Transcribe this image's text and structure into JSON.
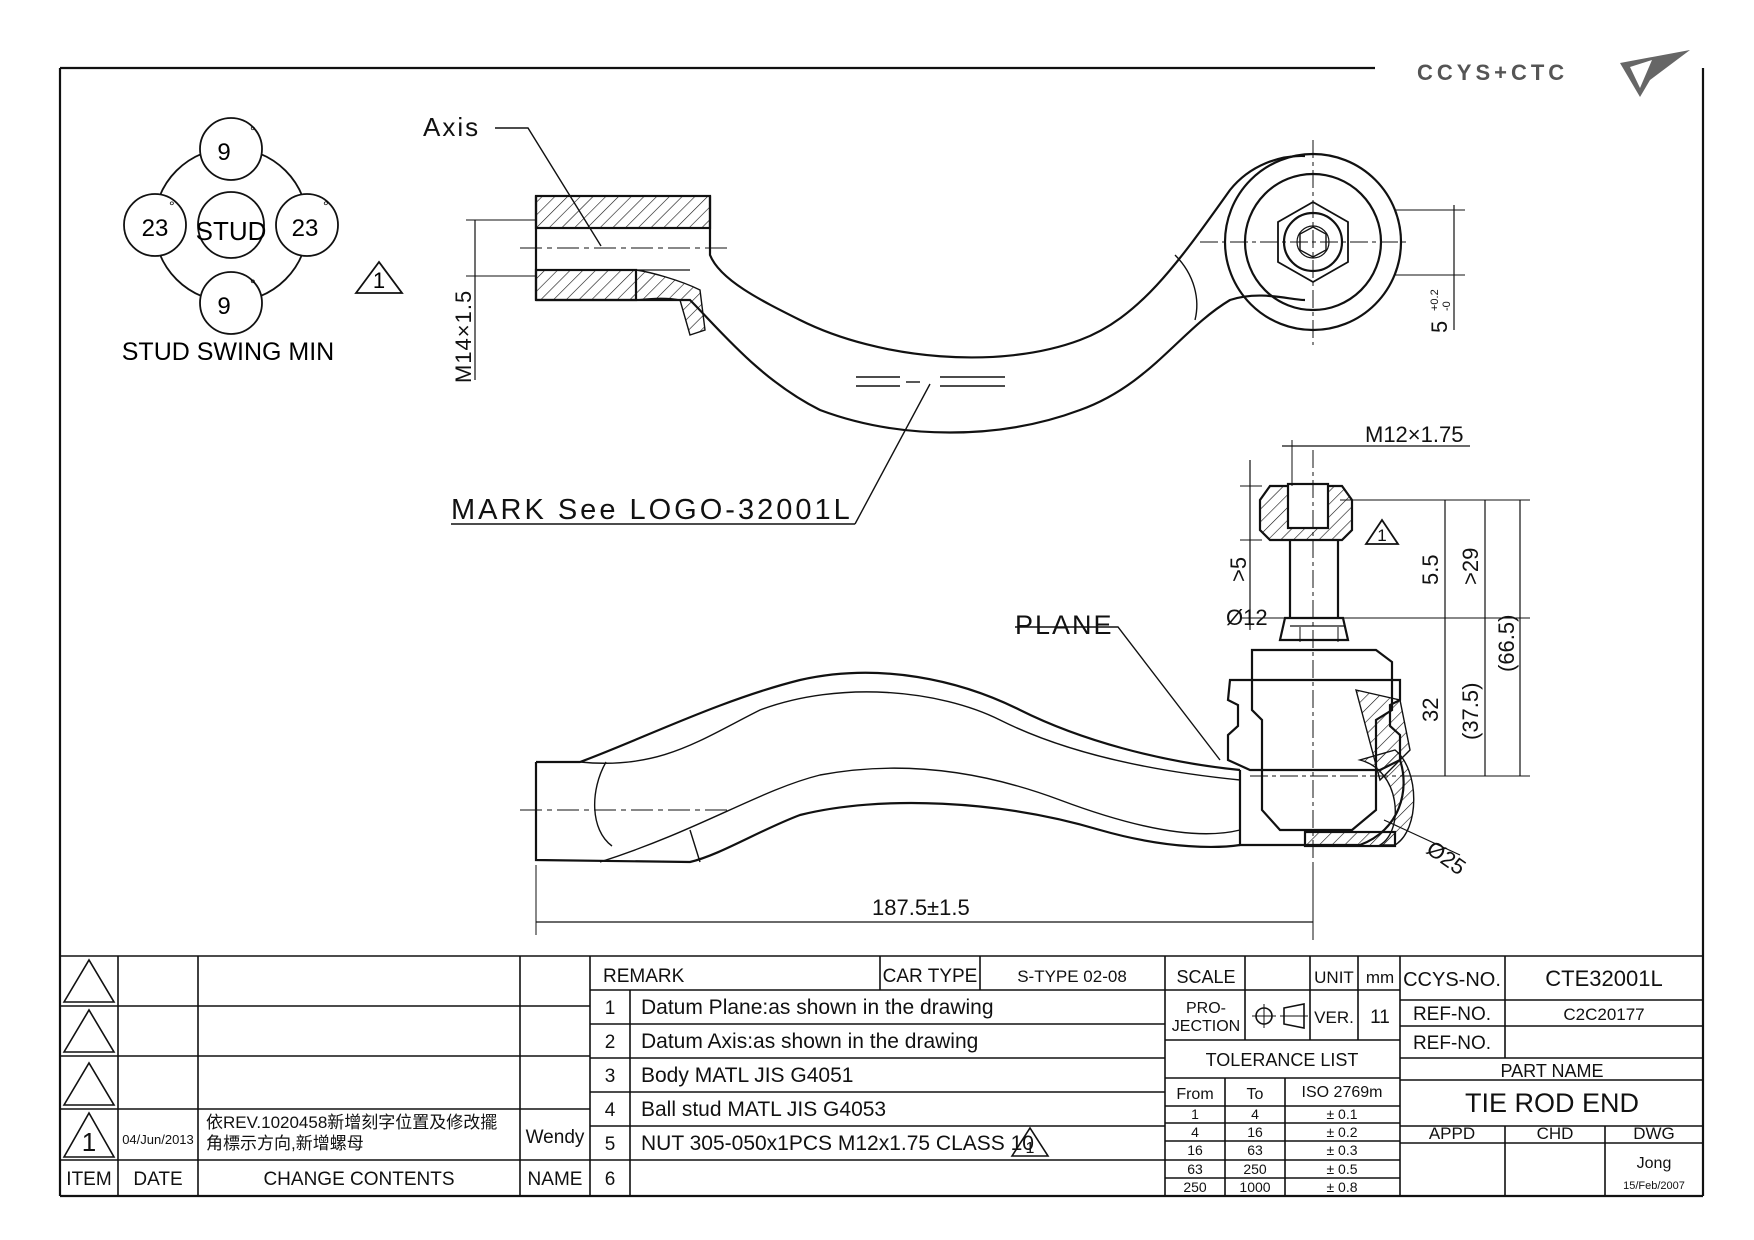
{
  "logo": {
    "text": "CCYS+CTC"
  },
  "stud_swing": {
    "title": "STUD SWING MIN",
    "center": "STUD",
    "top": "9",
    "bottom": "9",
    "left": "23",
    "right": "23",
    "deg": "°",
    "rev_mark": "1"
  },
  "top_view": {
    "axis_label": "Axis",
    "thread_label": "M14×1.5",
    "mark_label": "MARK See LOGO-32001L",
    "hole_dim": "5",
    "hole_tol_plus": "+0.2",
    "hole_tol_minus": "-0"
  },
  "side_view": {
    "stud_thread": "M12×1.75",
    "dim_5": ">5",
    "dim_phi12": "Ø12",
    "plane_label": "PLANE",
    "dim_5_5": "5.5",
    "dim_29": ">29",
    "dim_32": "32",
    "dim_37_5": "(37.5)",
    "dim_66_5": "(66.5)",
    "dim_phi25": "Ø25",
    "dim_length": "187.5±1.5",
    "rev_mark": "1"
  },
  "revision_block": {
    "rows": [
      {
        "mark": "",
        "date": "",
        "contents": "",
        "name": ""
      },
      {
        "mark": "",
        "date": "",
        "contents": "",
        "name": ""
      },
      {
        "mark": "",
        "date": "",
        "contents": "",
        "name": ""
      },
      {
        "mark": "1",
        "date": "04/Jun/2013",
        "contents_line1": "依REV.1020458新增刻字位置及修改擺",
        "contents_line2": "角標示方向,新增螺母",
        "name": "Wendy"
      }
    ],
    "headers": {
      "item": "ITEM",
      "date": "DATE",
      "contents": "CHANGE CONTENTS",
      "name": "NAME"
    }
  },
  "remark_block": {
    "remark_label": "REMARK",
    "car_type_label": "CAR TYPE",
    "car_type_value": "S-TYPE 02-08",
    "items": [
      {
        "no": "1",
        "text": "Datum Plane:as shown in the drawing"
      },
      {
        "no": "2",
        "text": "Datum Axis:as shown in the drawing"
      },
      {
        "no": "3",
        "text": "Body MATL JIS G4051"
      },
      {
        "no": "4",
        "text": "Ball stud MATL JIS G4053"
      },
      {
        "no": "5",
        "text": "NUT 305-050x1PCS M12x1.75 CLASS 10",
        "rev": "1"
      },
      {
        "no": "6",
        "text": ""
      }
    ]
  },
  "scale_block": {
    "scale_label": "SCALE",
    "scale_value": "",
    "unit_label": "UNIT",
    "unit_value": "mm",
    "projection_label_1": "PRO-",
    "projection_label_2": "JECTION",
    "ver_label": "VER.",
    "ver_value": "11",
    "tolerance_title": "TOLERANCE LIST",
    "tolerance_headers": [
      "From",
      "To",
      "ISO 2769m"
    ],
    "tolerance_rows": [
      [
        "1",
        "4",
        "± 0.1"
      ],
      [
        "4",
        "16",
        "± 0.2"
      ],
      [
        "16",
        "63",
        "± 0.3"
      ],
      [
        "63",
        "250",
        "± 0.5"
      ],
      [
        "250",
        "1000",
        "± 0.8"
      ]
    ]
  },
  "title_block": {
    "ccys_no_label": "CCYS-NO.",
    "ccys_no_value": "CTE32001L",
    "ref_no_label": "REF-NO.",
    "ref_no_value": "C2C20177",
    "ref_no2_label": "REF-NO.",
    "ref_no2_value": "",
    "part_name_label": "PART NAME",
    "part_name_value": "TIE ROD END",
    "appd_label": "APPD",
    "chd_label": "CHD",
    "dwg_label": "DWG",
    "dwg_name": "Jong",
    "dwg_date": "15/Feb/2007"
  }
}
